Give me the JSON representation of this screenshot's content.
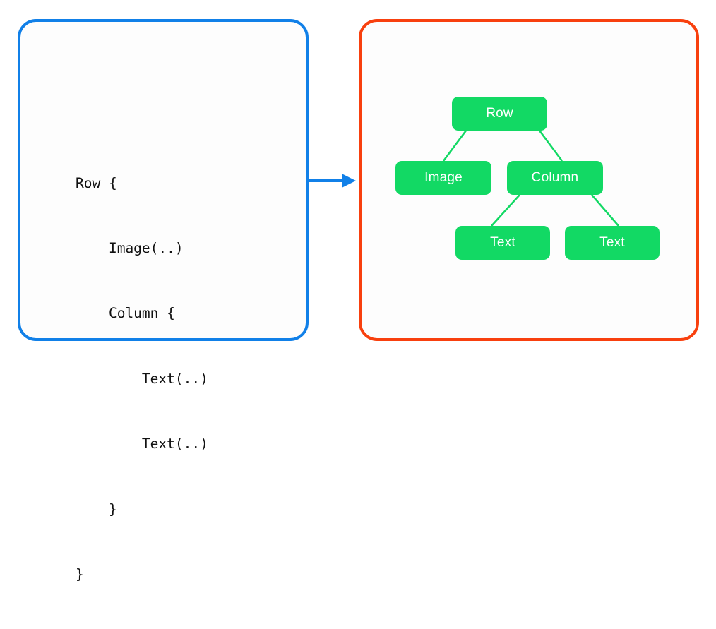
{
  "diagram": {
    "code_panel": {
      "border_color": "#1180e8",
      "code_lines": [
        "Row {",
        "    Image(..)",
        "    Column {",
        "        Text(..)",
        "        Text(..)",
        "    }",
        "}"
      ]
    },
    "arrow": {
      "color": "#1180e8",
      "direction": "right"
    },
    "tree_panel": {
      "border_color": "#f8400e",
      "node_color": "#12d964",
      "node_text_color": "#ffffff",
      "edge_color": "#12d964",
      "nodes": [
        {
          "id": "row",
          "label": "Row"
        },
        {
          "id": "image",
          "label": "Image"
        },
        {
          "id": "column",
          "label": "Column"
        },
        {
          "id": "text1",
          "label": "Text"
        },
        {
          "id": "text2",
          "label": "Text"
        }
      ],
      "edges": [
        {
          "from": "row",
          "to": "image"
        },
        {
          "from": "row",
          "to": "column"
        },
        {
          "from": "column",
          "to": "text1"
        },
        {
          "from": "column",
          "to": "text2"
        }
      ]
    }
  }
}
